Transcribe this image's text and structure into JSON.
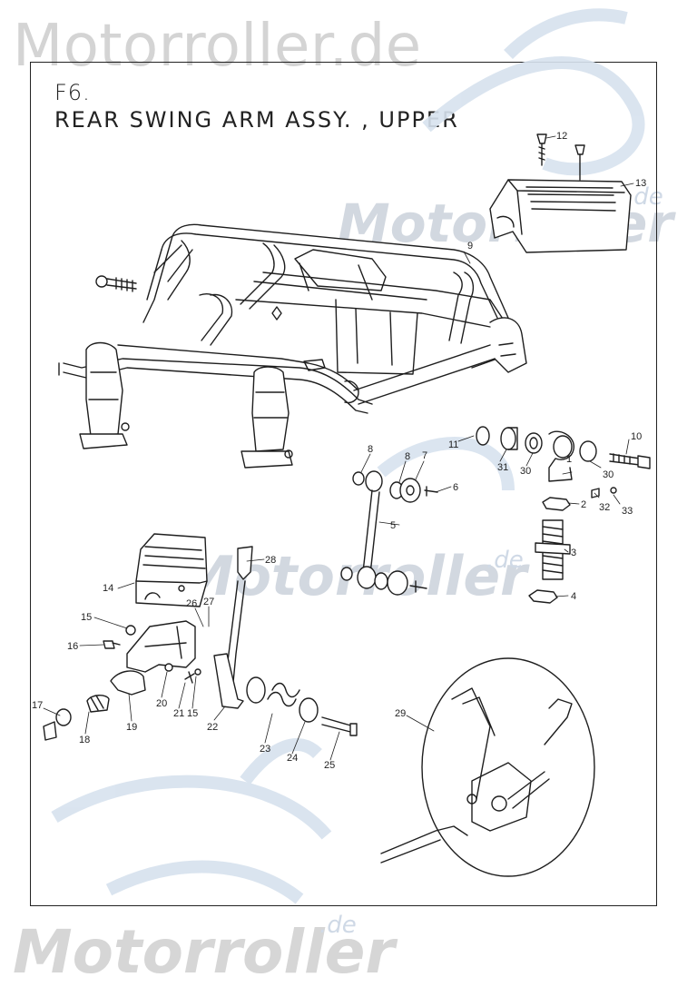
{
  "watermark": {
    "brand": "Motorroller.de",
    "brand_short": "Motorroller",
    "tld": ".de"
  },
  "figure": {
    "code": "F6.",
    "title": "REAR SWING ARM ASSY. , UPPER"
  },
  "parts": [
    {
      "id": "p1",
      "label": "1"
    },
    {
      "id": "p2",
      "label": "2"
    },
    {
      "id": "p3",
      "label": "3"
    },
    {
      "id": "p4",
      "label": "4"
    },
    {
      "id": "p5",
      "label": "5"
    },
    {
      "id": "p6",
      "label": "6"
    },
    {
      "id": "p7",
      "label": "7"
    },
    {
      "id": "p8a",
      "label": "8"
    },
    {
      "id": "p8b",
      "label": "8"
    },
    {
      "id": "p9",
      "label": "9"
    },
    {
      "id": "p10",
      "label": "10"
    },
    {
      "id": "p11",
      "label": "11"
    },
    {
      "id": "p12",
      "label": "12"
    },
    {
      "id": "p13",
      "label": "13"
    },
    {
      "id": "p14",
      "label": "14"
    },
    {
      "id": "p15a",
      "label": "15"
    },
    {
      "id": "p15b",
      "label": "15"
    },
    {
      "id": "p16",
      "label": "16"
    },
    {
      "id": "p17",
      "label": "17"
    },
    {
      "id": "p18",
      "label": "18"
    },
    {
      "id": "p19",
      "label": "19"
    },
    {
      "id": "p20",
      "label": "20"
    },
    {
      "id": "p21",
      "label": "21"
    },
    {
      "id": "p22",
      "label": "22"
    },
    {
      "id": "p23",
      "label": "23"
    },
    {
      "id": "p24",
      "label": "24"
    },
    {
      "id": "p25",
      "label": "25"
    },
    {
      "id": "p26",
      "label": "26"
    },
    {
      "id": "p27",
      "label": "27"
    },
    {
      "id": "p28",
      "label": "28"
    },
    {
      "id": "p29",
      "label": "29"
    },
    {
      "id": "p30a",
      "label": "30"
    },
    {
      "id": "p30b",
      "label": "30"
    },
    {
      "id": "p31",
      "label": "31"
    },
    {
      "id": "p32",
      "label": "32"
    },
    {
      "id": "p33",
      "label": "33"
    }
  ]
}
